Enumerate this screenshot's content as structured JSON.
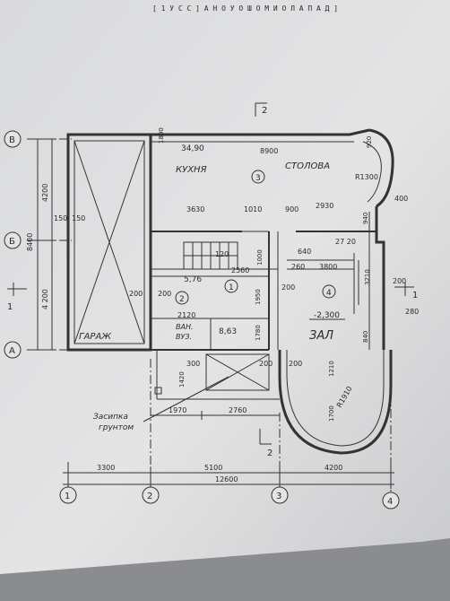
{
  "header": {
    "text": "[ 1 У С С ] А Н О У О Ш О М И О Л А П А Д ]"
  },
  "sections": {
    "top": "2",
    "bottom": "2",
    "left": "1",
    "right": "1"
  },
  "axes": {
    "columns": [
      "1",
      "2",
      "3",
      "4"
    ],
    "rows": [
      "В",
      "Б",
      "А"
    ]
  },
  "left_dims": {
    "total": "8400",
    "upper": "4200",
    "lower": "4 200"
  },
  "bottom_dims": {
    "d1": "3300",
    "d2": "5100",
    "d3": "4200",
    "total": "12600",
    "d4": "1970",
    "d5": "2760"
  },
  "rooms": {
    "garage": "ГАРАЖ",
    "kitchen": "КУХНЯ",
    "dining": "СТОЛОВА",
    "hall": "ЗАЛ",
    "bath": "ВАН.",
    "wc": "ВУЗ."
  },
  "room_numbers": {
    "r1": "1",
    "r2": "2",
    "r3": "3",
    "r4": "4"
  },
  "areas": {
    "kitchen": "34,90",
    "r1": "5,76",
    "bath": "8,63",
    "level": "-2,300"
  },
  "dims": {
    "d8900": "8900",
    "d3630": "3630",
    "d1010": "1010",
    "d900": "900",
    "d2930": "2930",
    "d2560": "2560",
    "d640": "640",
    "d260": "260",
    "d3800": "3800",
    "d2120": "2120",
    "d120": "120",
    "d1950": "1950",
    "d1780": "1780",
    "d2710": "1210",
    "d1700": "1700",
    "d200": "200",
    "d300": "300",
    "d150": "150",
    "d1420": "1420",
    "d400": "400",
    "d280": "280",
    "d840": "840",
    "d3210": "3210",
    "d2720": "27 20",
    "d1000": "1000",
    "d940": "940",
    "r1300": "R1300",
    "r1910": "R1910",
    "d920": "920",
    "d1800": "1800"
  },
  "notes": {
    "fill": "Засипка\nгрунтом"
  }
}
